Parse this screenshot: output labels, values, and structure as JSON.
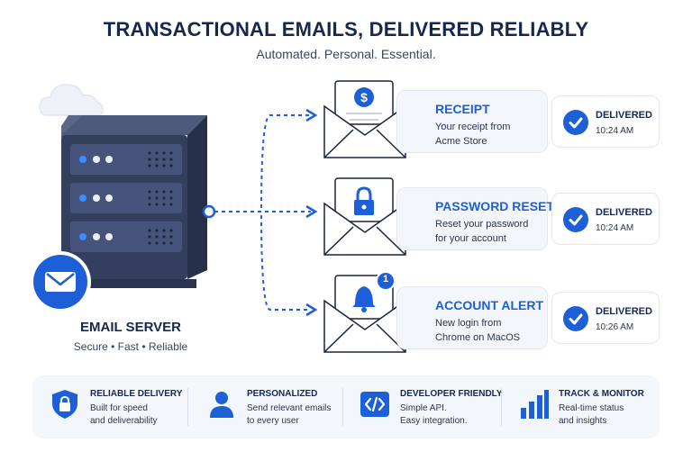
{
  "header": {
    "title": "TRANSACTIONAL EMAILS, DELIVERED RELIABLY",
    "subtitle": "Automated. Personal. Essential."
  },
  "server": {
    "label": "EMAIL SERVER",
    "tagline": "Secure • Fast • Reliable"
  },
  "emails": [
    {
      "icon": "dollar-icon",
      "title": "RECEIPT",
      "line1": "Your receipt from",
      "line2": "Acme Store",
      "status": "DELIVERED",
      "time": "10:24 AM"
    },
    {
      "icon": "lock-icon",
      "title": "PASSWORD RESET",
      "line1": "Reset your password",
      "line2": "for your account",
      "status": "DELIVERED",
      "time": "10:24 AM"
    },
    {
      "icon": "bell-icon",
      "title": "ACCOUNT ALERT",
      "line1": "New login from",
      "line2": "Chrome on MacOS",
      "status": "DELIVERED",
      "time": "10:26 AM",
      "badge": "1"
    }
  ],
  "features": [
    {
      "icon": "shield-lock-icon",
      "title": "RELIABLE DELIVERY",
      "line1": "Built for speed",
      "line2": "and deliverability"
    },
    {
      "icon": "user-icon",
      "title": "PERSONALIZED",
      "line1": "Send relevant emails",
      "line2": "to every user"
    },
    {
      "icon": "code-icon",
      "title": "DEVELOPER FRIENDLY",
      "line1": "Simple API.",
      "line2": "Easy integration."
    },
    {
      "icon": "bar-chart-icon",
      "title": "TRACK & MONITOR",
      "line1": "Real-time status",
      "line2": "and insights"
    }
  ],
  "colors": {
    "accent": "#1d5fd6",
    "navy": "#16284f",
    "server": "#3b4766",
    "card_bg": "#f3f6fb"
  }
}
